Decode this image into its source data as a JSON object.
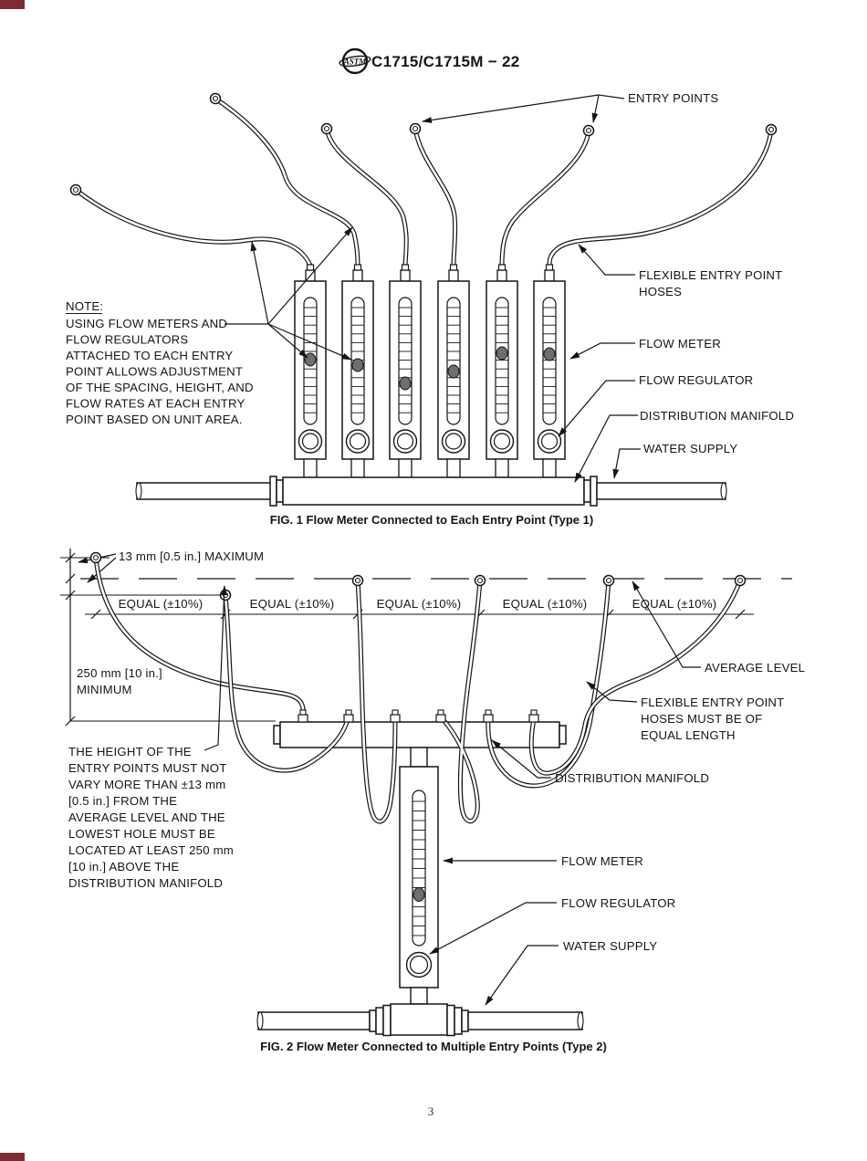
{
  "header": {
    "title": "C1715/C1715M − 22",
    "logo_text": "ASTM"
  },
  "page_number": "3",
  "fig1": {
    "caption": "FIG. 1 Flow Meter Connected to Each Entry Point (Type 1)",
    "labels": {
      "entry_points": "ENTRY POINTS",
      "flexible_hoses_1": "FLEXIBLE ENTRY POINT",
      "flexible_hoses_2": "HOSES",
      "flow_meter": "FLOW METER",
      "flow_regulator": "FLOW REGULATOR",
      "distribution_manifold": "DISTRIBUTION MANIFOLD",
      "water_supply": "WATER SUPPLY"
    },
    "note_lines": [
      "NOTE:",
      "USING FLOW METERS AND",
      "FLOW REGULATORS",
      "ATTACHED TO EACH ENTRY",
      "POINT ALLOWS ADJUSTMENT",
      "OF THE SPACING, HEIGHT, AND",
      "FLOW RATES AT EACH ENTRY",
      "POINT BASED ON UNIT AREA."
    ]
  },
  "fig2": {
    "caption": "FIG. 2 Flow Meter Connected to Multiple Entry Points (Type 2)",
    "dim_max": "13 mm [0.5 in.] MAXIMUM",
    "dim_min_1": "250 mm [10 in.]",
    "dim_min_2": "MINIMUM",
    "equal_label": "EQUAL (±10%)",
    "labels": {
      "average_level": "AVERAGE LEVEL",
      "flex_1": "FLEXIBLE ENTRY POINT",
      "flex_2": "HOSES MUST BE OF",
      "flex_3": "EQUAL LENGTH",
      "distribution_manifold": "DISTRIBUTION MANIFOLD",
      "flow_meter": "FLOW METER",
      "flow_regulator": "FLOW REGULATOR",
      "water_supply": "WATER SUPPLY"
    },
    "note_lines": [
      "THE HEIGHT OF THE",
      "ENTRY POINTS MUST NOT",
      "VARY MORE THAN ±13 mm",
      "[0.5 in.] FROM THE",
      "AVERAGE LEVEL AND THE",
      "LOWEST HOLE MUST BE",
      "LOCATED AT LEAST 250 mm",
      "[10 in.] ABOVE THE",
      "DISTRIBUTION MANIFOLD"
    ]
  }
}
